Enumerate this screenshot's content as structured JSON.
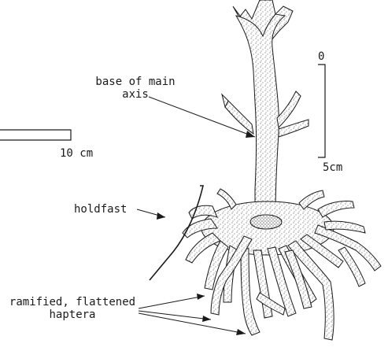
{
  "labels": {
    "base_line1": "base of main",
    "base_line2": "axis",
    "holdfast": "holdfast",
    "haptera_line1": "ramified, flattened",
    "haptera_line2": "haptera"
  },
  "scales": {
    "left_scale": "10 cm",
    "right_top": "0",
    "right_bottom": "5cm"
  },
  "colors": {
    "ink": "#1a1a1a",
    "stipple": "#2b2b2b"
  }
}
